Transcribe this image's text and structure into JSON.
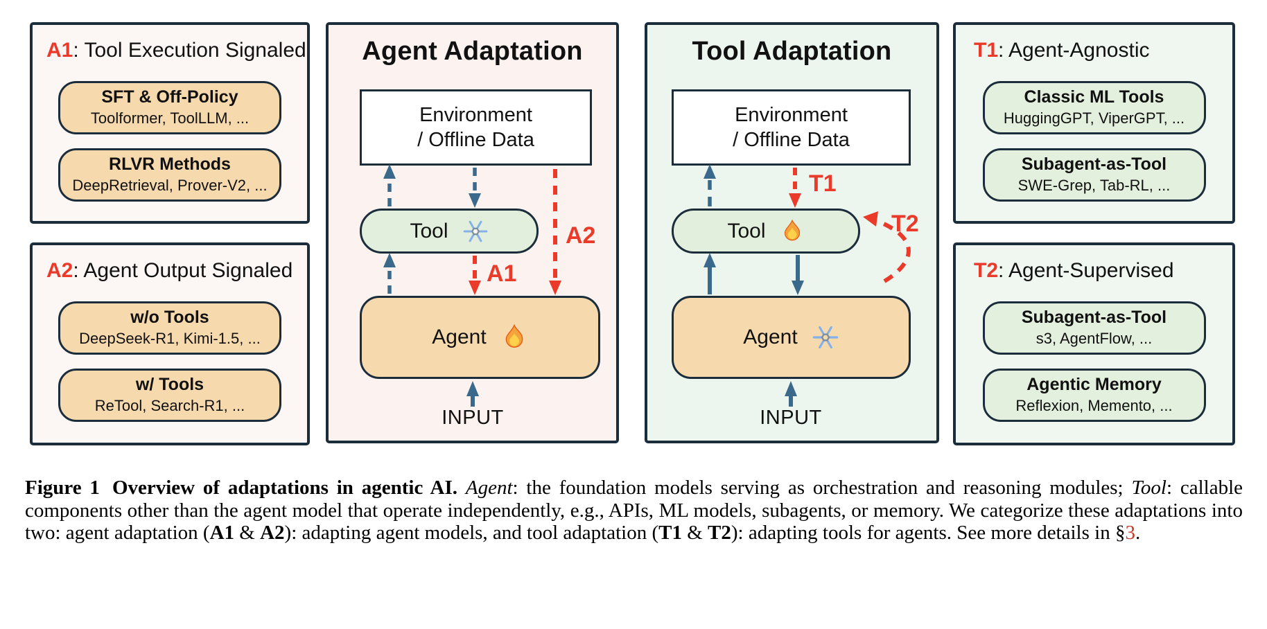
{
  "panels": {
    "a1": {
      "tag": "A1",
      "rest": ": Tool Execution Signaled",
      "pill1_title": "SFT & Off-Policy",
      "pill1_items": "Toolformer, ToolLLM, ...",
      "pill2_title": "RLVR Methods",
      "pill2_items": "DeepRetrieval, Prover-V2, ..."
    },
    "a2": {
      "tag": "A2",
      "rest": ": Agent Output Signaled",
      "pill1_title": "w/o Tools",
      "pill1_items": "DeepSeek-R1, Kimi-1.5, ...",
      "pill2_title": "w/ Tools",
      "pill2_items": "ReTool, Search-R1, ..."
    },
    "agent_adaptation": {
      "title": "Agent Adaptation",
      "env1": "Environment",
      "env2": "/ Offline Data",
      "tool": "Tool",
      "tool_icon": "snowflake-icon",
      "agent": "Agent",
      "agent_icon": "fire-icon",
      "input": "INPUT",
      "label_a1": "A1",
      "label_a2": "A2"
    },
    "tool_adaptation": {
      "title": "Tool Adaptation",
      "env1": "Environment",
      "env2": "/ Offline Data",
      "tool": "Tool",
      "tool_icon": "fire-icon",
      "agent": "Agent",
      "agent_icon": "snowflake-icon",
      "input": "INPUT",
      "label_t1": "T1",
      "label_t2": "T2"
    },
    "t1": {
      "tag": "T1",
      "rest": ": Agent-Agnostic",
      "pill1_title": "Classic ML Tools",
      "pill1_items": "HuggingGPT, ViperGPT, ...",
      "pill2_title": "Subagent-as-Tool",
      "pill2_items": "SWE-Grep, Tab-RL, ..."
    },
    "t2": {
      "tag": "T2",
      "rest": ": Agent-Supervised",
      "pill1_title": "Subagent-as-Tool",
      "pill1_items": "s3, AgentFlow, ...",
      "pill2_title": "Agentic Memory",
      "pill2_items": "Reflexion, Memento, ..."
    }
  },
  "caption": {
    "segments": [
      "Figure 1",
      "Overview of adaptations in agentic AI. ",
      "Agent",
      ": the foundation models serving as orchestration and reasoning modules; ",
      "Tool",
      ": callable components other than the agent model that operate independently, e.g., APIs, ML models, subagents, or memory. We categorize these adaptations into two: agent adaptation (",
      "A1",
      " & ",
      "A2",
      "): adapting agent models, and tool adaptation (",
      "T1",
      " & ",
      "T2",
      "): adapting tools for agents. See more details in §",
      "3",
      "."
    ]
  },
  "colors": {
    "accent_red": "#e93a2a",
    "arrow_blue": "#3a698b",
    "box_orange": "#f7d9ae",
    "box_green": "#e3efdd",
    "panel_pink": "#fcf3f0",
    "panel_mint": "#ecf5ee",
    "border_dark": "#1b2c3a",
    "link_red": "#c93a2b"
  }
}
